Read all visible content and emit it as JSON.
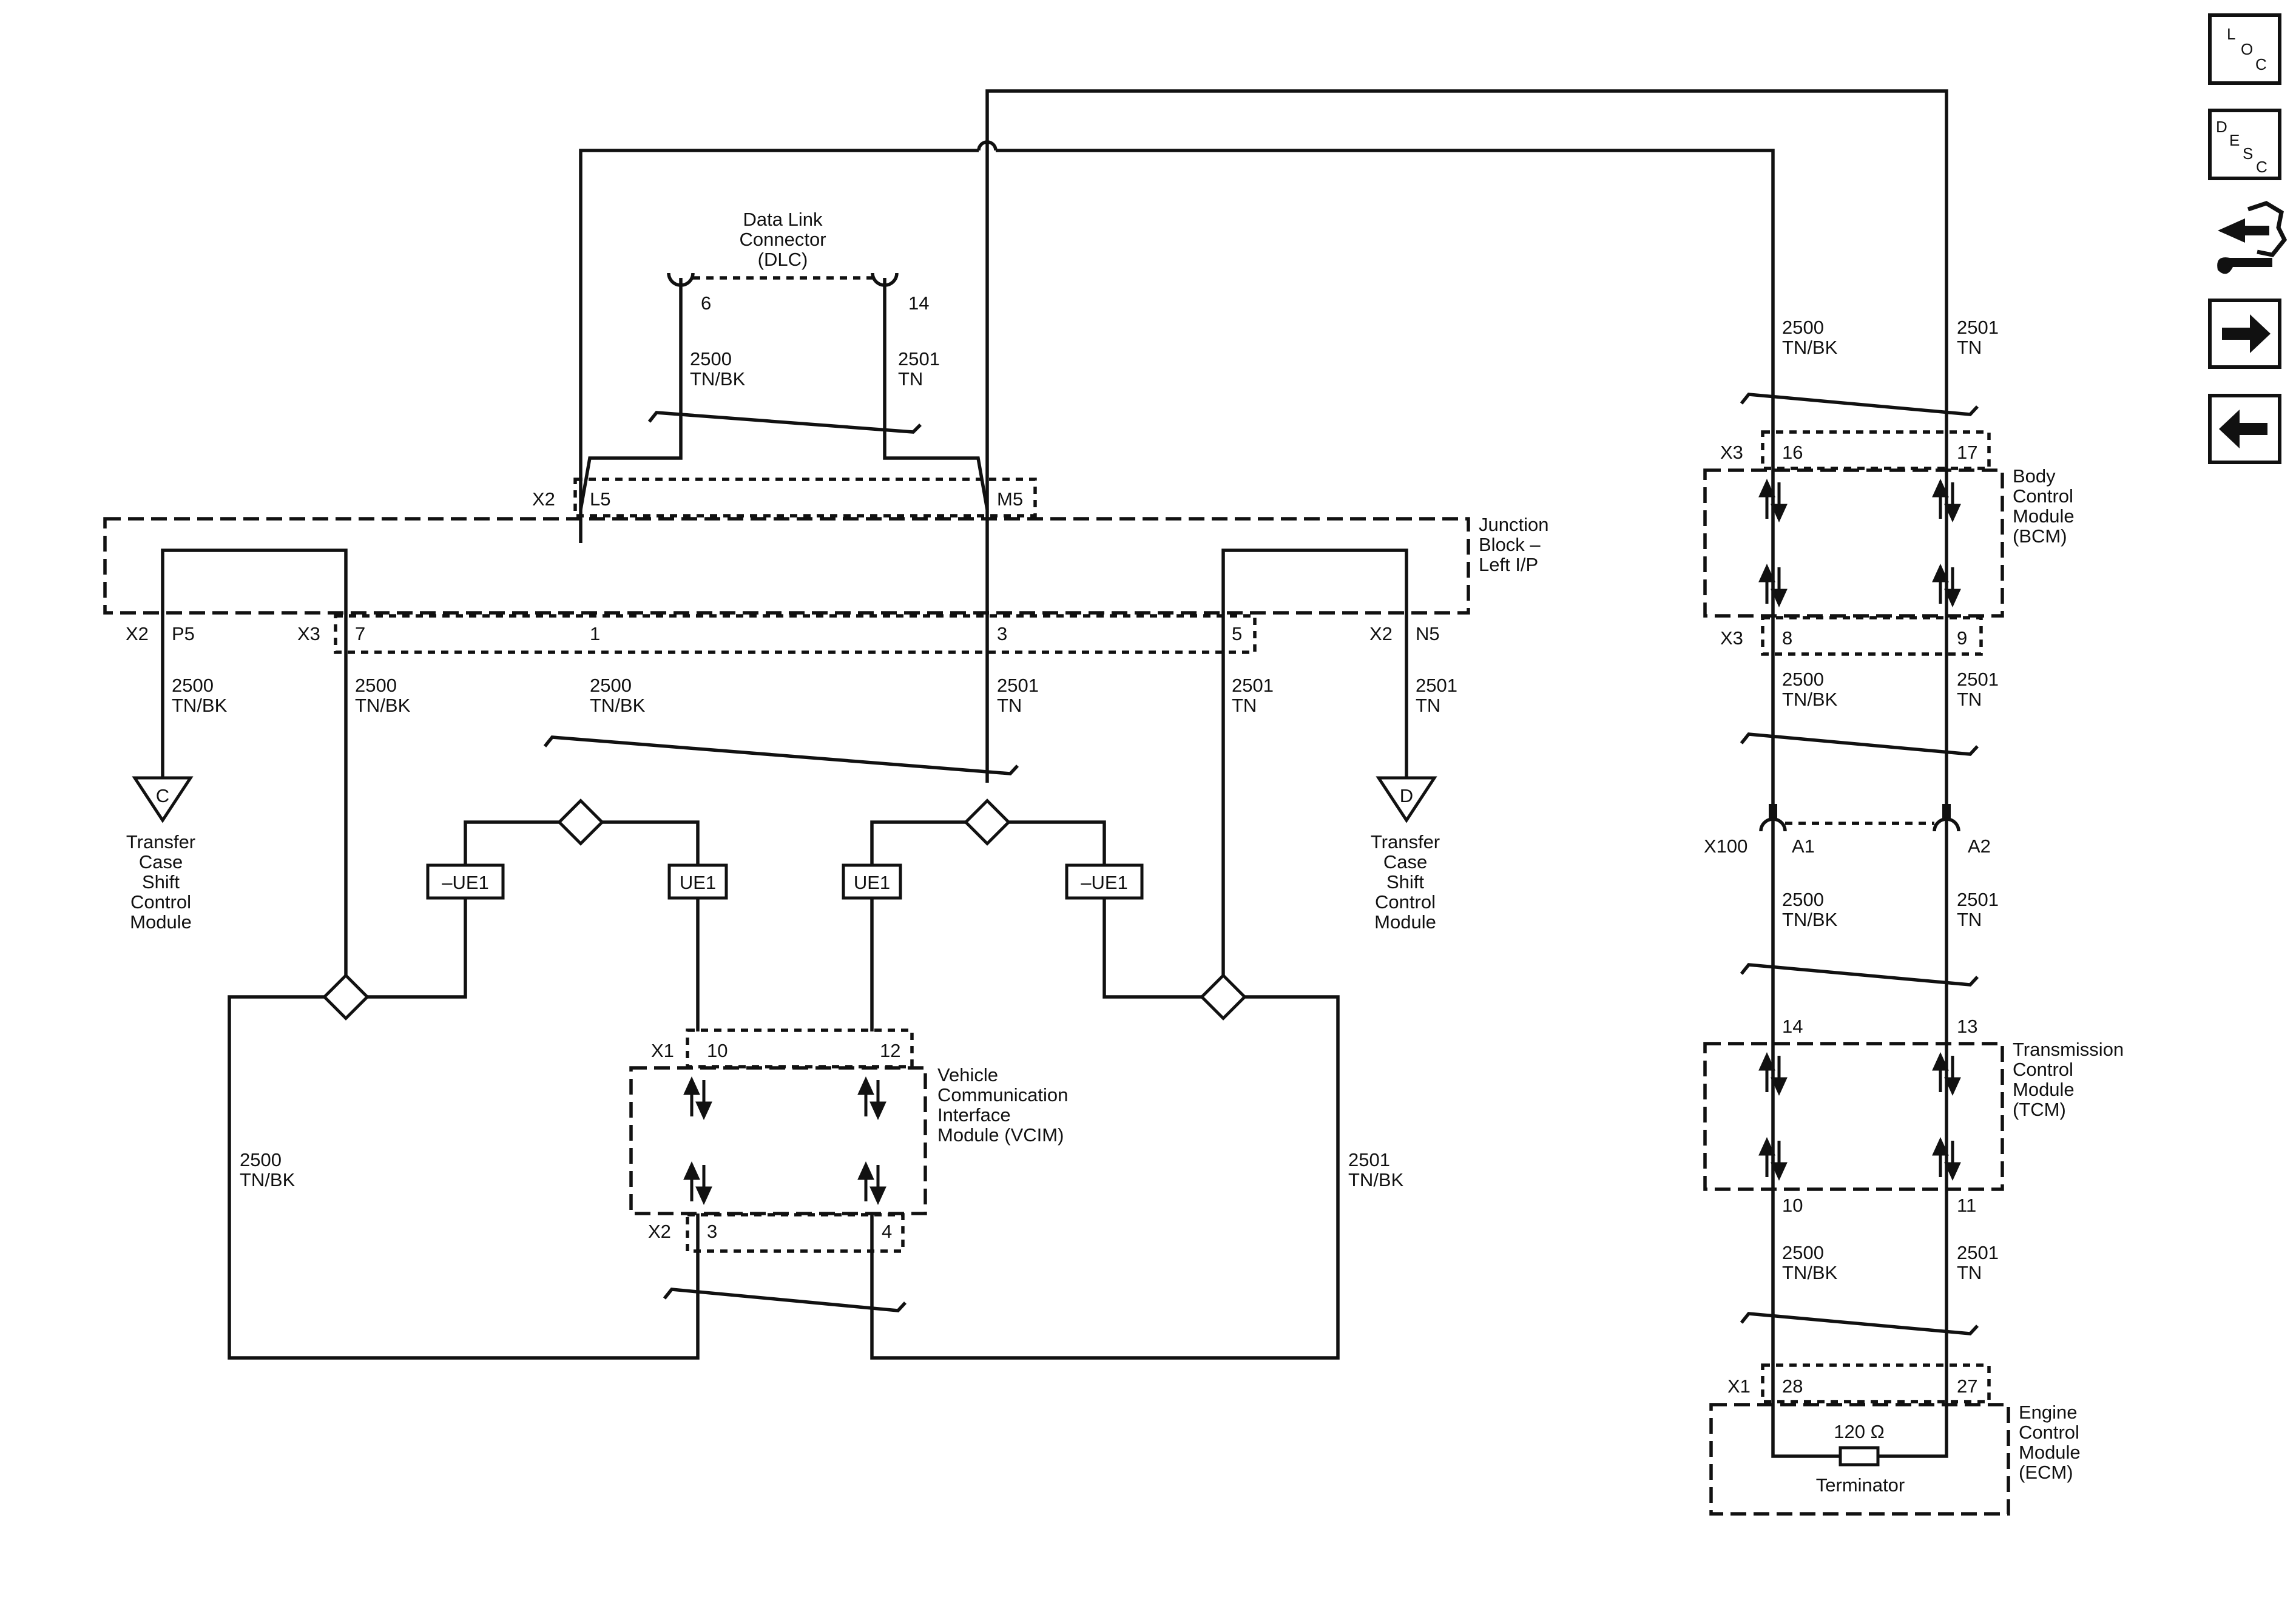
{
  "components": {
    "dlc": {
      "name": [
        "Data Link",
        "Connector",
        "(DLC)"
      ],
      "pins": [
        "6",
        "14"
      ]
    },
    "junction_block": {
      "name": [
        "Junction",
        "Block –",
        "Left I/P"
      ],
      "top_connector": "X2",
      "top_pins": [
        "L5",
        "M5"
      ],
      "bottom_connectors": [
        "X2",
        "X3",
        "X2"
      ],
      "bottom_pins": [
        "P5",
        "7",
        "1",
        "3",
        "5",
        "N5"
      ]
    },
    "tcscm_c": {
      "letter": "C",
      "name": [
        "Transfer",
        "Case",
        "Shift",
        "Control",
        "Module"
      ]
    },
    "tcscm_d": {
      "letter": "D",
      "name": [
        "Transfer",
        "Case",
        "Shift",
        "Control",
        "Module"
      ]
    },
    "vcim": {
      "name": [
        "Vehicle",
        "Communication",
        "Interface",
        "Module (VCIM)"
      ],
      "top_connector": "X1",
      "top_pins": [
        "10",
        "12"
      ],
      "bottom_connector": "X2",
      "bottom_pins": [
        "3",
        "4"
      ]
    },
    "options": {
      "neg": "–UE1",
      "pos": "UE1"
    },
    "bcm": {
      "name": [
        "Body",
        "Control",
        "Module",
        "(BCM)"
      ],
      "top_connector": "X3",
      "top_pins": [
        "16",
        "17"
      ],
      "bottom_connector": "X3",
      "bottom_pins": [
        "8",
        "9"
      ]
    },
    "inline": {
      "connector": "X100",
      "pins": [
        "A1",
        "A2"
      ]
    },
    "tcm": {
      "name": [
        "Transmission",
        "Control",
        "Module",
        "(TCM)"
      ],
      "top_pins": [
        "14",
        "13"
      ],
      "bottom_pins": [
        "10",
        "11"
      ]
    },
    "ecm": {
      "name": [
        "Engine",
        "Control",
        "Module",
        "(ECM)"
      ],
      "connector": "X1",
      "pins": [
        "28",
        "27"
      ],
      "resistor": "120 Ω",
      "terminator": "Terminator"
    }
  },
  "wires": {
    "w2500": [
      "2500",
      "TN/BK"
    ],
    "w2501": [
      "2501",
      "TN"
    ],
    "w2501bk": [
      "2501",
      "TN/BK"
    ]
  },
  "nav": {
    "loc": [
      "L",
      "O",
      "C"
    ],
    "desc": [
      "D",
      "E",
      "S",
      "C"
    ]
  }
}
